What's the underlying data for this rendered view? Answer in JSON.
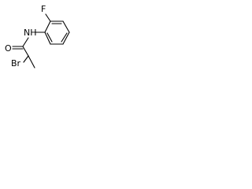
{
  "molecule": {
    "atoms": {
      "fluorine": "F",
      "amide_nh": "NH",
      "carbonyl_oxygen": "O",
      "bromine": "Br"
    },
    "colors": {
      "bond": "#000000",
      "label": "#000000",
      "background": "#ffffff"
    }
  }
}
